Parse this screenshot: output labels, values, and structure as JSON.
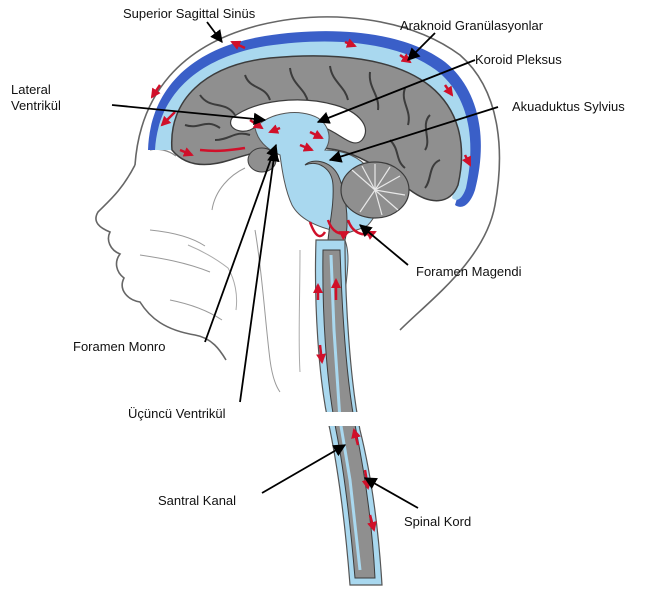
{
  "diagram": {
    "labels": {
      "superior_sagittal_sinus": "Superior Sagittal Sinüs",
      "arachnoid_granulations": "Araknoid Granülasyonlar",
      "choroid_plexus": "Koroid Pleksus",
      "lateral_ventricle_line1": "Lateral",
      "lateral_ventricle_line2": "Ventrikül",
      "cerebral_aqueduct": "Akuaduktus Sylvius",
      "foramen_magendie": "Foramen Magendi",
      "foramen_monro": "Foramen Monro",
      "third_ventricle": "Üçüncü Ventrikül",
      "central_canal": "Santral Kanal",
      "spinal_cord": "Spinal Kord"
    },
    "colors": {
      "csf_blue": "#a9d8ef",
      "sinus_blue": "#3a5fc8",
      "brain_gray": "#8f8f8f",
      "sulci_dark": "#3c3c3c",
      "flow_red": "#d0102a",
      "outline": "#555555"
    }
  }
}
